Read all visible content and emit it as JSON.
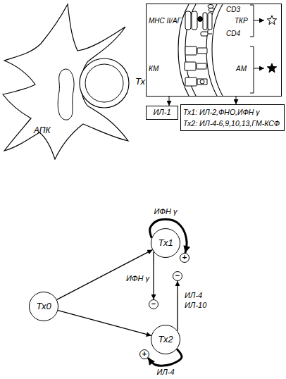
{
  "diagram": {
    "nodes": [
      {
        "text": [
          "АПК"
        ]
      },
      {
        "text": [
          "Тх"
        ]
      },
      {
        "text": [
          "МНС II/АГ",
          "CD3",
          "ТКР",
          "CD4",
          "КМ",
          "АМ"
        ]
      },
      {
        "text": [
          "ИЛ-1"
        ]
      },
      {
        "text": [
          "Тх1: ИЛ-2,ФНО,ИФН γ",
          "Тх2: ИЛ-4-6,9,10,13,ГМ-КСФ"
        ]
      },
      {
        "text": [
          "Тх1"
        ]
      },
      {
        "text": [
          "+"
        ]
      },
      {
        "text": [
          "−"
        ]
      },
      {
        "text": [
          "Тх0"
        ]
      },
      {
        "text": [
          "−"
        ]
      },
      {
        "text": [
          "Тх2"
        ]
      },
      {
        "text": [
          "+"
        ]
      }
    ],
    "edges": [
      {
        "from": 2,
        "to": 3,
        "arrow": "to"
      },
      {
        "from": 2,
        "to": 4,
        "arrow": "to"
      },
      {
        "from": 8,
        "to": 5,
        "arrow": "to"
      },
      {
        "from": 8,
        "to": 10,
        "arrow": "to"
      },
      {
        "from": 5,
        "to": 6,
        "label": "ИФН γ",
        "arrow": "to"
      },
      {
        "from": 5,
        "to": 9,
        "label": "ИФН γ",
        "arrow": "to"
      },
      {
        "from": 10,
        "to": 7,
        "label": "ИЛ-4 ИЛ-10",
        "arrow": "to"
      },
      {
        "from": 10,
        "to": 11,
        "label": "ИЛ-4",
        "arrow": "to"
      }
    ]
  }
}
